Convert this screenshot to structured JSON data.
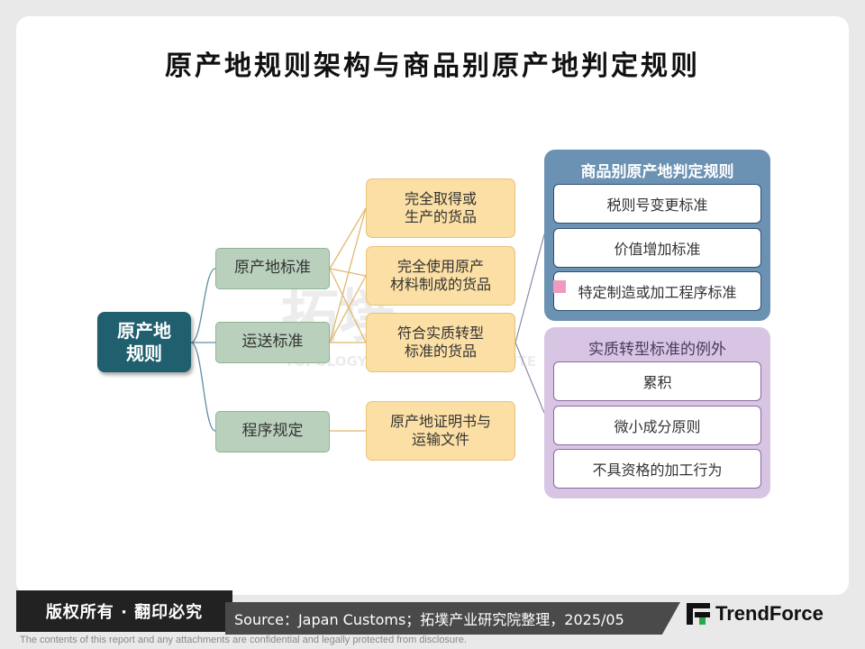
{
  "title": "原产地规则架构与商品别原产地判定规则",
  "root": "原产地\n规则",
  "level1": [
    "原产地标准",
    "运送标准",
    "程序规定"
  ],
  "level2": [
    "完全取得或\n生产的货品",
    "完全使用原产\n材料制成的货品",
    "符合实质转型\n标准的货品",
    "原产地证明书与\n运输文件"
  ],
  "panel_rules": {
    "title": "商品别原产地判定规则",
    "items": [
      "税则号变更标准",
      "价值增加标准",
      "特定制造或加工程序标准"
    ]
  },
  "panel_exceptions": {
    "title": "实质转型标准的例外",
    "items": [
      "累积",
      "微小成分原则",
      "不具资格的加工行为"
    ]
  },
  "watermark": {
    "main": "拓墣",
    "sub": "TOPOLOGY RESEARCH INSTITUTE"
  },
  "footer": {
    "copyright": "版权所有 · 翻印必究",
    "source": "Source：Japan Customs；拓墣产业研究院整理，2025/05",
    "logo": "TrendForce",
    "disclaimer": "The contents of this report and any attachments are confidential and legally protected from disclosure."
  },
  "colors": {
    "root": "#1f5f6e",
    "level1": "#b9d0bc",
    "level2": "#fbdfa4",
    "panel_blue": "#6b92b3",
    "panel_purple": "#d8c5e4"
  }
}
